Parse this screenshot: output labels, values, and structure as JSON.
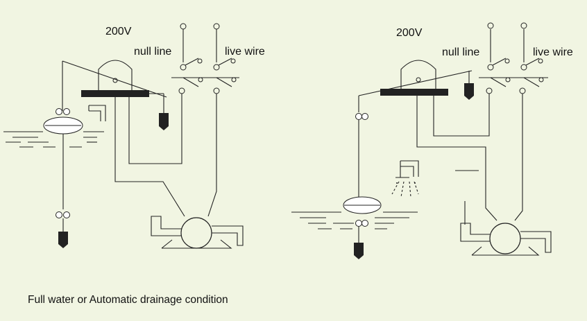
{
  "left_panel": {
    "voltage": "200V",
    "null_line": "null line",
    "live_wire": "live wire"
  },
  "right_panel": {
    "voltage": "200V",
    "null_line": "null line",
    "live_wire": "live wire"
  },
  "caption": "Full water or Automatic drainage condition",
  "colors": {
    "background": "#f1f5e2",
    "line": "#222222",
    "float_fill": "#ffffff"
  }
}
